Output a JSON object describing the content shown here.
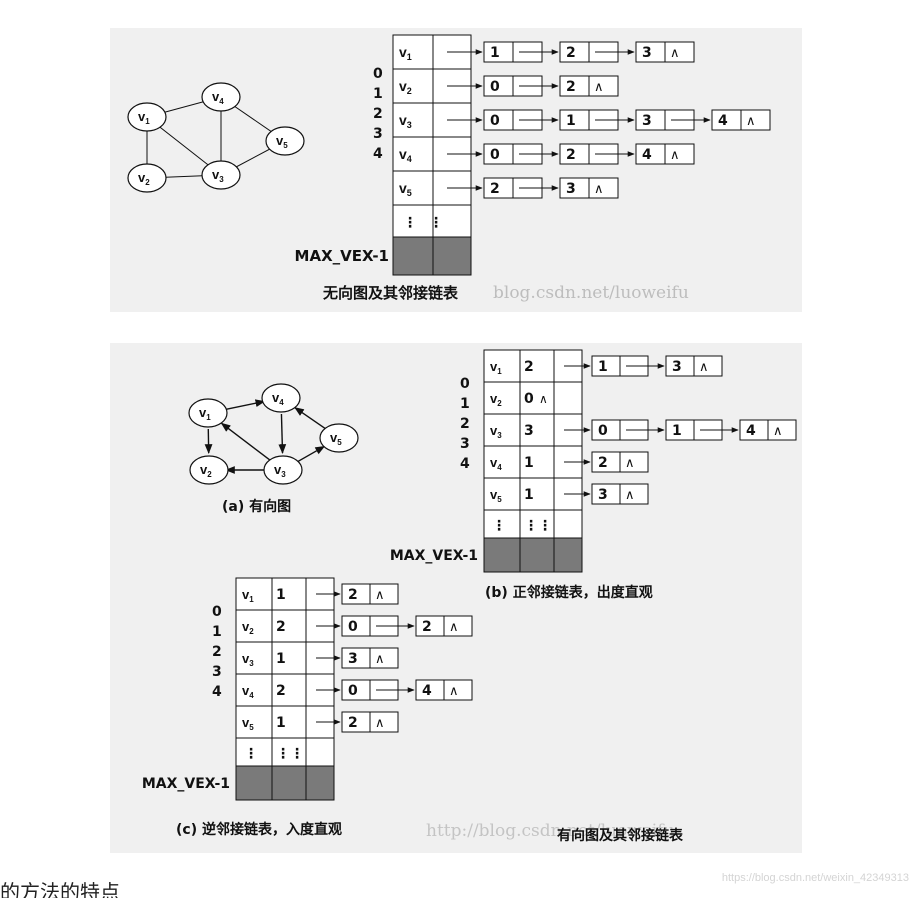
{
  "colors": {
    "panel": "#f0f0f0",
    "shade": "#7a7a7a",
    "ink": "#111111",
    "node_fill": "#ffffff"
  },
  "common": {
    "indices": [
      "0",
      "1",
      "2",
      "3",
      "4"
    ],
    "max_vex": "MAX_VEX-1",
    "vertices": [
      "V1",
      "V2",
      "V3",
      "V4",
      "V5"
    ],
    "dots": "⋮",
    "null": "∧"
  },
  "undirected": {
    "caption": "无向图及其邻接链表",
    "watermark": "blog.csdn.net/luoweifu",
    "edges": [
      [
        "V1",
        "V2"
      ],
      [
        "V1",
        "V3"
      ],
      [
        "V1",
        "V4"
      ],
      [
        "V4",
        "V3"
      ],
      [
        "V2",
        "V3"
      ],
      [
        "V3",
        "V5"
      ],
      [
        "V4",
        "V5"
      ]
    ],
    "lists": [
      [
        "1",
        "2",
        "3"
      ],
      [
        "0",
        "2"
      ],
      [
        "0",
        "1",
        "3",
        "4"
      ],
      [
        "0",
        "2",
        "4"
      ],
      [
        "2",
        "3"
      ]
    ]
  },
  "directed": {
    "caption_a": "(a)  有向图",
    "caption_b": "(b)  正邻接链表，出度直观",
    "caption_c": "(c)  逆邻接链表，入度直观",
    "caption_main": "有向图及其邻接链表",
    "watermark": "http://blog.csdn.net/luoweifu",
    "arcs": [
      [
        "V1",
        "V2"
      ],
      [
        "V1",
        "V4"
      ],
      [
        "V3",
        "V1"
      ],
      [
        "V4",
        "V3"
      ],
      [
        "V3",
        "V2"
      ],
      [
        "V5",
        "V4"
      ],
      [
        "V3",
        "V5"
      ]
    ],
    "out_degrees": [
      "2",
      "0",
      "3",
      "1",
      "1"
    ],
    "out_lists": [
      [
        "1",
        "3"
      ],
      [],
      [
        "0",
        "1",
        "4"
      ],
      [
        "2"
      ],
      [
        "3"
      ]
    ],
    "in_degrees": [
      "1",
      "2",
      "1",
      "2",
      "1"
    ],
    "in_lists": [
      [
        "2"
      ],
      [
        "0",
        "2"
      ],
      [
        "3"
      ],
      [
        "0",
        "4"
      ],
      [
        "2"
      ]
    ]
  },
  "footer": {
    "watermark": "https://blog.csdn.net/weixin_42349313",
    "fragment": "的方法的特点"
  }
}
